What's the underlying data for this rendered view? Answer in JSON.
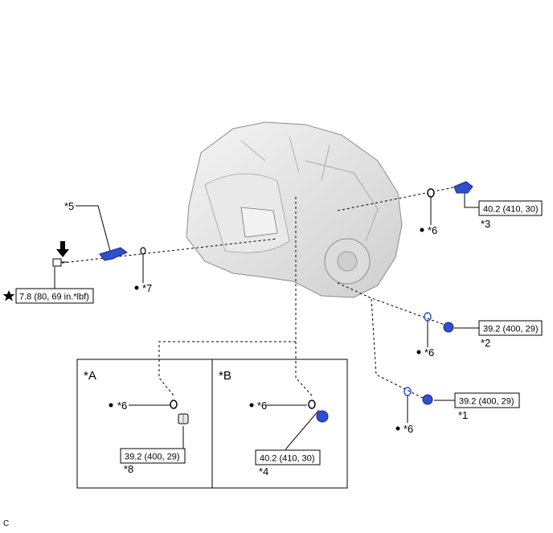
{
  "callouts": {
    "c1": "*1",
    "c2": "*2",
    "c3": "*3",
    "c4": "*4",
    "c5": "*5",
    "c6": "*6",
    "c7": "*7",
    "c8": "*8",
    "cA": "*A",
    "cB": "*B"
  },
  "torques": {
    "t1": "39.2 (400, 29)",
    "t2": "39.2 (400, 29)",
    "t3": "40.2 (410, 30)",
    "t4": "40.2 (410, 30)",
    "t8": "39.2 (400, 29)",
    "t_star": "7.8 (80, 69 in.*lbf)"
  },
  "footer_code": "C",
  "colors": {
    "part_blue": "#2f4fd0",
    "housing": "#e6e6e6",
    "line": "#000000"
  }
}
